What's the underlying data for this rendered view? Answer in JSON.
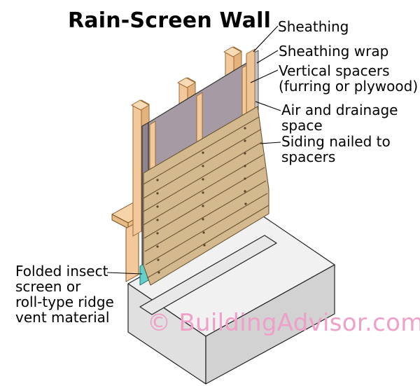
{
  "title": "Rain-Screen Wall",
  "labels": {
    "sheathing": "Sheathing",
    "sheathing_wrap": "Sheathing wrap",
    "vertical_spacers": [
      "Vertical spacers",
      "(furring or plywood)"
    ],
    "air_drainage": [
      "Air and drainage",
      "space"
    ],
    "siding": [
      "Siding nailed to",
      "spacers"
    ],
    "insect_screen": [
      "Folded insect",
      "screen or",
      "roll-type ridge",
      "vent material"
    ]
  },
  "watermark": "© BuildingAdvisor.com",
  "colors": {
    "wood": "#f3c99b",
    "wood_edge": "#b07a3c",
    "sheathing": "#a59aa2",
    "wrap": "#c7c7cd",
    "siding": "#d4b98e",
    "concrete": "#dedede",
    "insect_screen": "#63cfc9",
    "watermark": "#ef9fc8"
  }
}
